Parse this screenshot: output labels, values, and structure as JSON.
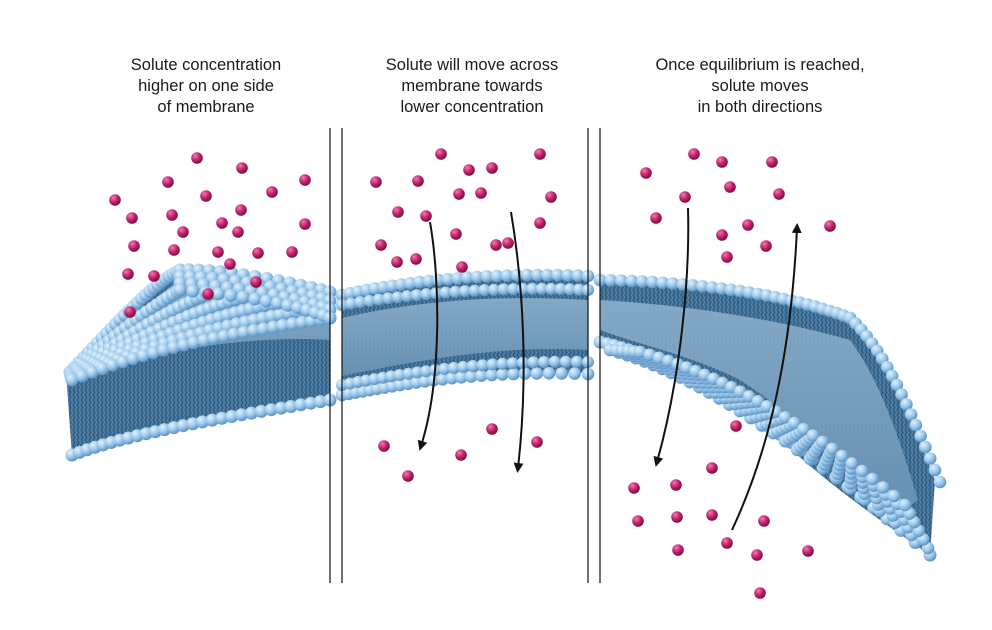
{
  "panels": [
    {
      "id": "panel-high-concentration",
      "caption_lines": [
        "Solute concentration",
        "higher on one side",
        "of membrane"
      ]
    },
    {
      "id": "panel-diffusion",
      "caption_lines": [
        "Solute will move across",
        "membrane towards",
        "lower concentration"
      ]
    },
    {
      "id": "panel-equilibrium",
      "caption_lines": [
        "Once equilibrium is reached,",
        "solute moves",
        "in both directions"
      ]
    }
  ],
  "colors": {
    "solute": "#c2226c",
    "lipid_head": "#8ec0e8",
    "lipid_head_light": "#d9ecfa",
    "lipid_tail": "#3f6f96",
    "membrane_core": "#7fa6c4",
    "divider": "#111111",
    "arrow": "#111111",
    "text": "#1a1a1a"
  }
}
